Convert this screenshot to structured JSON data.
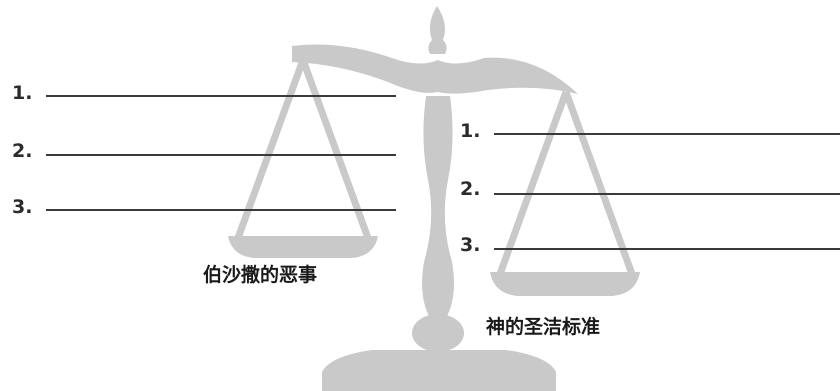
{
  "colors": {
    "scale": "#c9c9c9",
    "lines": "#3a3a3a",
    "text": "#1a1a1a"
  },
  "left_pan": {
    "items": [
      "1.",
      "2.",
      "3."
    ],
    "caption": "伯沙撒的恶事"
  },
  "right_pan": {
    "items": [
      "1.",
      "2.",
      "3."
    ],
    "caption": "神的圣洁标准"
  }
}
